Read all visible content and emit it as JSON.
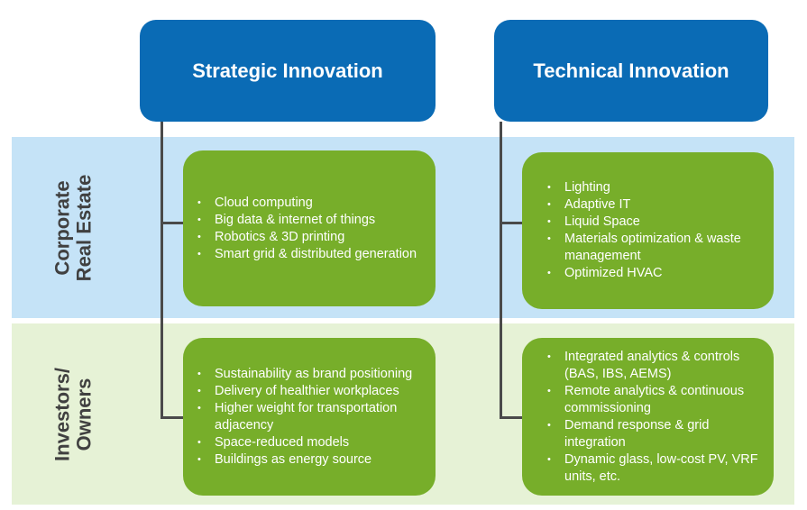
{
  "headers": {
    "strategic": "Strategic Innovation",
    "technical": "Technical Innovation"
  },
  "rows": {
    "top": "Corporate\nReal Estate",
    "bottom": "Investors/\nOwners"
  },
  "cards": {
    "strategic_corporate": [
      "Cloud computing",
      "Big data & internet of things",
      "Robotics & 3D printing",
      "Smart grid & distributed generation"
    ],
    "technical_corporate": [
      "Lighting",
      "Adaptive IT",
      "Liquid Space",
      "Materials optimization & waste management",
      "Optimized HVAC"
    ],
    "strategic_investors": [
      "Sustainability as brand positioning",
      "Delivery of healthier workplaces",
      "Higher weight for transportation adjacency",
      "Space-reduced models",
      "Buildings as energy source"
    ],
    "technical_investors": [
      "Integrated analytics & controls (BAS, IBS, AEMS)",
      "Remote analytics & continuous commissioning",
      "Demand response & grid integration",
      "Dynamic glass, low-cost PV, VRF units, etc."
    ]
  }
}
